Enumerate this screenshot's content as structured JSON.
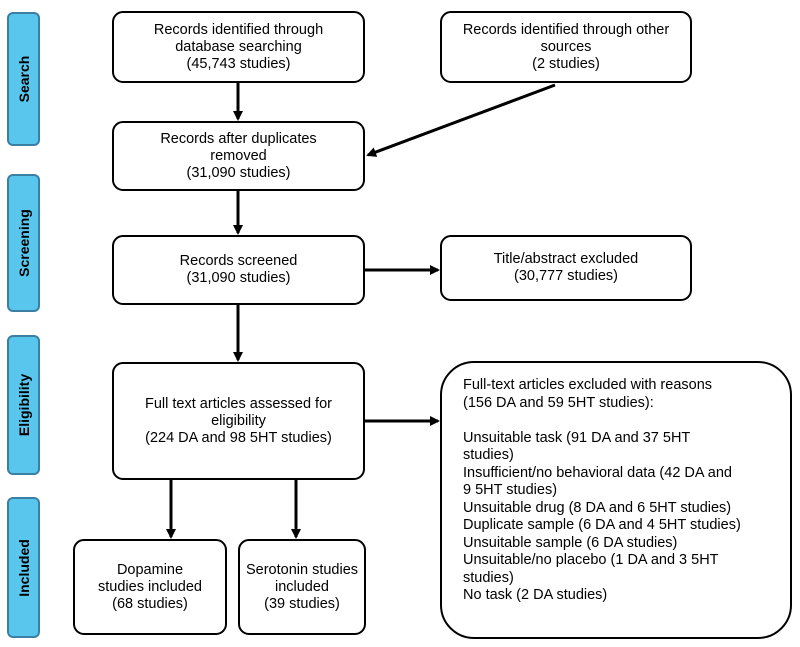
{
  "phases": {
    "search": "Search",
    "screening": "Screening",
    "eligibility": "Eligibility",
    "included": "Included"
  },
  "boxes": {
    "db_search": [
      "Records identified through",
      "database searching",
      "(45,743 studies)"
    ],
    "other_sources": [
      "Records identified through other",
      "sources",
      "(2 studies)"
    ],
    "after_duplicates": [
      "Records after duplicates",
      "removed",
      "(31,090 studies)"
    ],
    "screened": [
      "Records screened",
      "(31,090 studies)"
    ],
    "title_excluded": [
      "Title/abstract excluded",
      "(30,777 studies)"
    ],
    "full_text": [
      "Full text articles assessed for",
      "eligibility",
      "(224 DA and 98 5HT studies)"
    ],
    "dopamine": [
      "Dopamine",
      "studies included",
      "(68 studies)"
    ],
    "serotonin": [
      "Serotonin studies",
      "included",
      "(39 studies)"
    ]
  },
  "exclusion": {
    "header": [
      "Full-text articles excluded with reasons",
      "(156 DA and 59 5HT studies):"
    ],
    "reasons": [
      "Unsuitable task (91 DA and 37 5HT",
      "studies)",
      "Insufficient/no behavioral data (42 DA and",
      "9 5HT studies)",
      "Unsuitable drug (8 DA and 6 5HT studies)",
      "Duplicate sample (6 DA and 4 5HT studies)",
      "Unsuitable sample (6 DA studies)",
      "Unsuitable/no placebo (1 DA and 3 5HT",
      "studies)",
      "No task (2 DA studies)"
    ]
  },
  "colors": {
    "phase_fill": "#59c6ee",
    "phase_border": "#3b7fa3",
    "stroke": "#000000"
  }
}
